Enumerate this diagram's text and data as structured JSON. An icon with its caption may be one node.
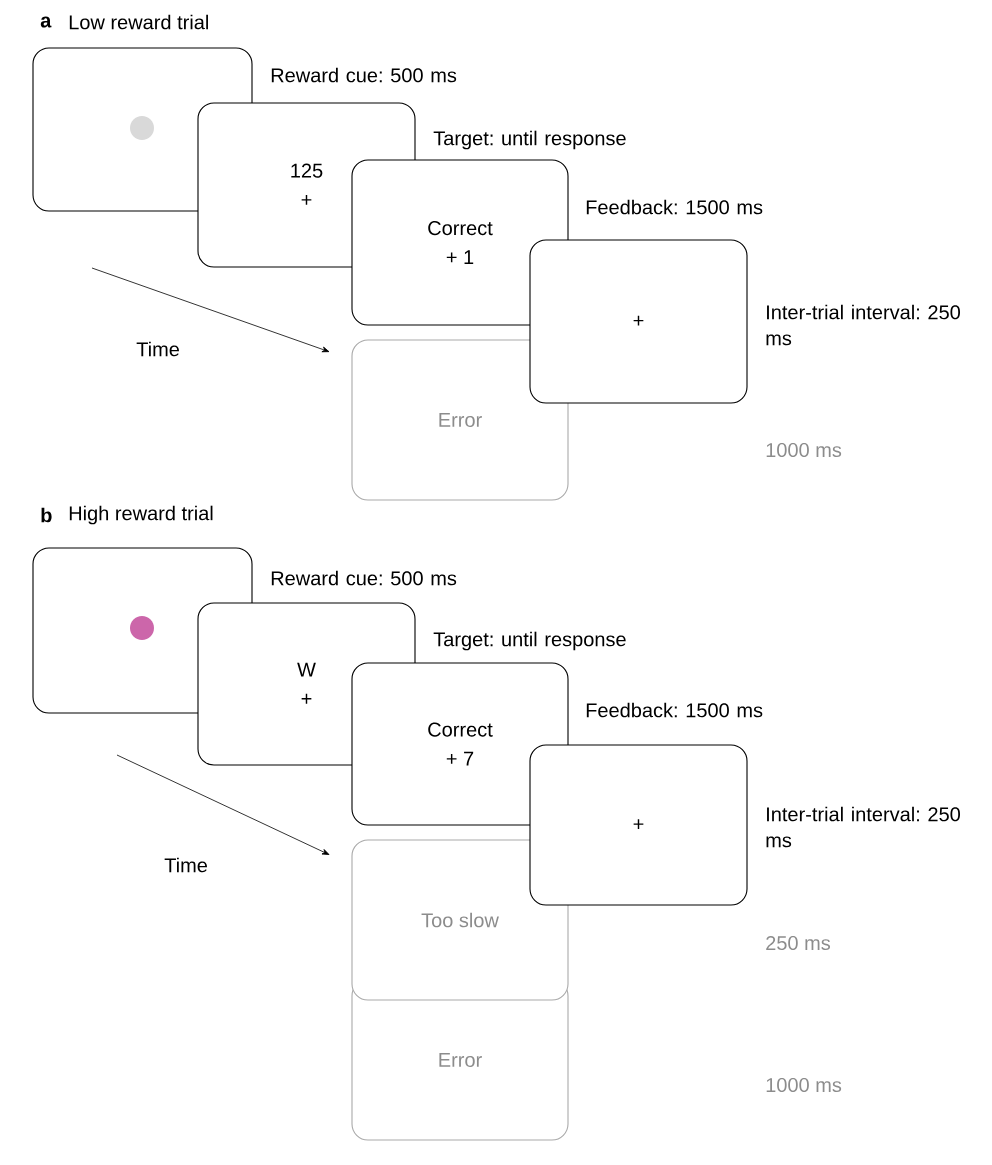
{
  "diagram": {
    "nodes": [
      {
        "text": [],
        "shape": "box",
        "beside": [
          "Reward cue: 500 ms"
        ]
      },
      {
        "text": [
          "125",
          "+"
        ],
        "beside": [
          "Target: until response"
        ]
      },
      {
        "text": [
          "Correct",
          "+ 1"
        ],
        "beside": [
          "Feedback: 1500 ms"
        ]
      },
      {
        "text": [
          "+"
        ],
        "beside": [
          "Inter-trial interval: 250 ms"
        ]
      },
      {
        "text": [
          "Error"
        ]
      },
      {
        "text": [],
        "shape": "box",
        "beside": [
          "Reward cue: 500 ms"
        ]
      },
      {
        "text": [
          "W",
          "+"
        ],
        "beside": [
          "Target: until response"
        ]
      },
      {
        "text": [
          "Correct",
          "+ 7"
        ],
        "beside": [
          "Feedback: 1500 ms"
        ]
      },
      {
        "text": [
          "+"
        ],
        "beside": [
          "Inter-trial interval: 250 ms"
        ]
      },
      {
        "text": [
          "Too slow"
        ]
      },
      {
        "text": [
          "Error"
        ]
      }
    ],
    "labels": [
      "a",
      "Low reward trial",
      "Time",
      "1000 ms",
      "b",
      "High reward trial",
      "Time",
      "250 ms",
      "1000 ms"
    ]
  }
}
